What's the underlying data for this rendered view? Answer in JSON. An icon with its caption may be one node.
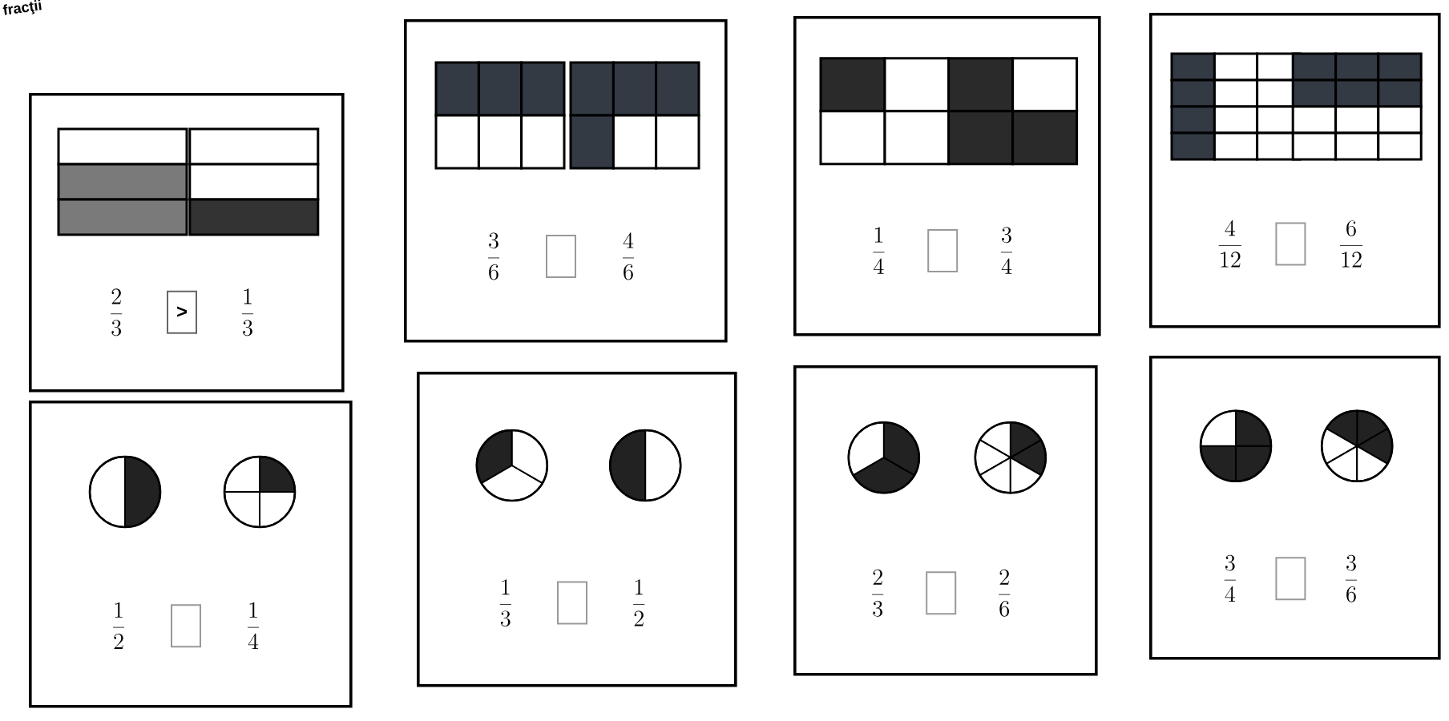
{
  "diagram": {
    "nodes": [
      {
        "text": [
          "\\frac{2}{3}",
          "\\frac{1}{3}"
        ]
      },
      {
        "text": [
          ">"
        ],
        "in": 0
      },
      {
        "text": [
          "\\frac{3}{6}",
          "\\frac{4}{6}"
        ]
      },
      {
        "text": [],
        "shape": "box",
        "in": 2
      },
      {
        "text": [
          "\\frac{1}{4}",
          "\\frac{3}{4}"
        ]
      },
      {
        "text": [],
        "shape": "box",
        "in": 4
      },
      {
        "text": [
          "\\frac{4}{12}",
          "\\frac{6}{12}"
        ]
      },
      {
        "text": [],
        "shape": "box",
        "in": 6
      },
      {
        "text": [
          "\\frac{1}{2}",
          "\\frac{1}{4}"
        ]
      },
      {
        "text": [],
        "shape": "box",
        "in": 8
      },
      {
        "text": [
          "\\frac{1}{3}",
          "\\frac{1}{2}"
        ]
      },
      {
        "text": [],
        "shape": "box",
        "in": 10
      },
      {
        "text": [
          "\\frac{2}{3}",
          "\\frac{2}{6}"
        ]
      },
      {
        "text": [],
        "shape": "box",
        "in": 12
      },
      {
        "text": [
          "\\frac{3}{4}",
          "\\frac{3}{6}"
        ]
      },
      {
        "text": [],
        "shape": "box",
        "in": 14
      }
    ],
    "labels": [
      "fracţii"
    ]
  }
}
